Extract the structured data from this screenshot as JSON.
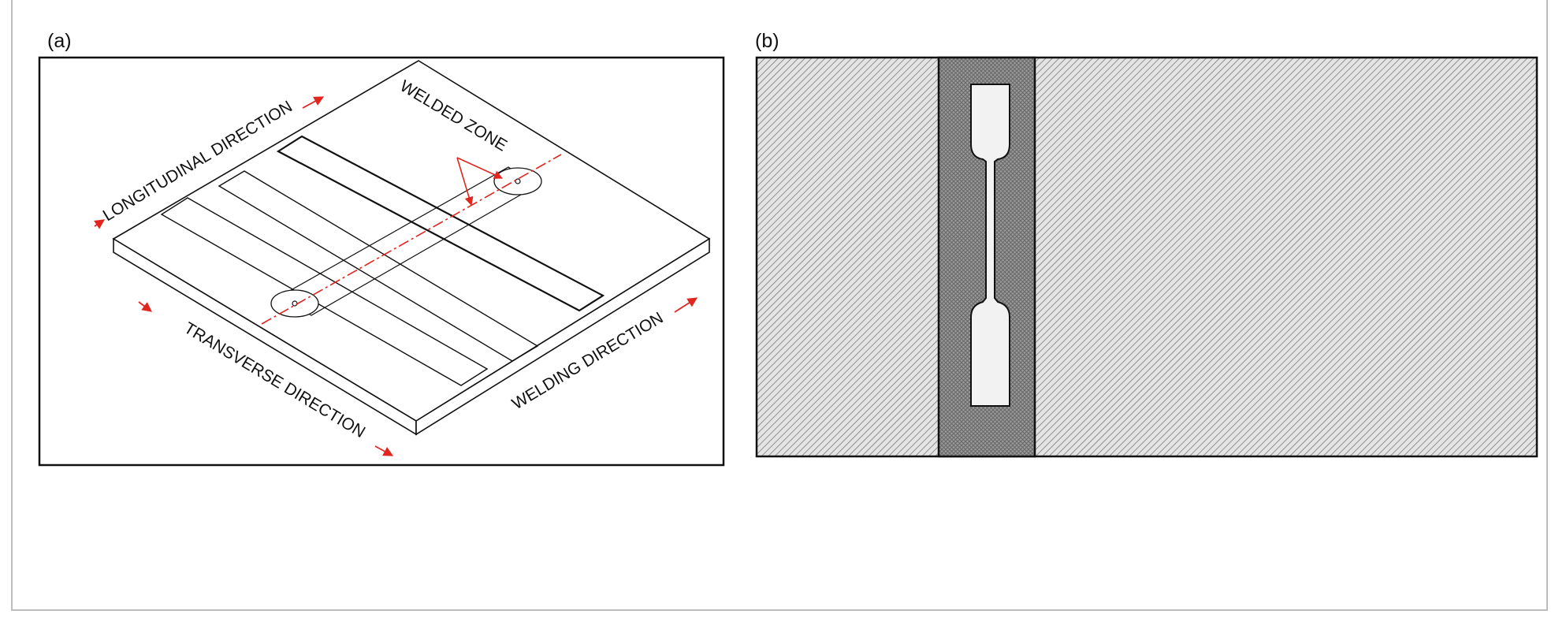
{
  "panels": {
    "a": {
      "label": "(a)",
      "labels": {
        "longitudinal": "LONGITUDINAL DIRECTION",
        "welded_zone": "WELDED ZONE",
        "transverse": "TRANSVERSE  DIRECTION",
        "welding": "WELDING DIRECTION"
      }
    },
    "b": {
      "label": "(b)"
    }
  },
  "colors": {
    "line": "#111111",
    "accent_red": "#e0261f",
    "base_metal_hatch": "#7a7a7a",
    "weld_zone_fill": "#8c8c8c",
    "specimen_fill": "#f2f2f2"
  }
}
